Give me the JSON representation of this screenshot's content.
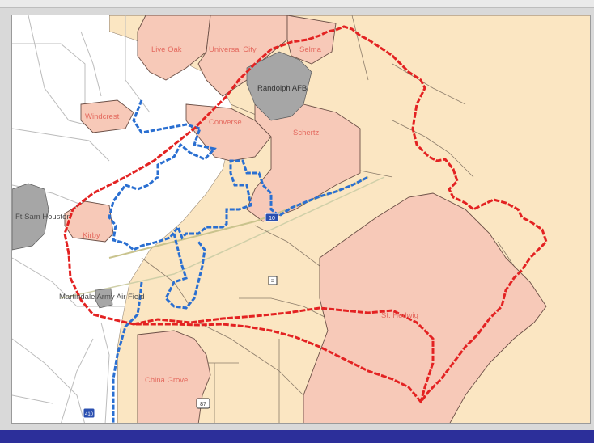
{
  "map": {
    "labels": {
      "live_oak": "Live Oak",
      "universal_city": "Universal City",
      "selma": "Selma",
      "randolph_afb": "Randolph AFB",
      "windcrest": "Windcrest",
      "converse": "Converse",
      "schertz": "Schertz",
      "ft_sam_houston": "Ft Sam Houston",
      "kirby": "Kirby",
      "martindale": "Martindale Army Air Field",
      "st_hedwig": "St. Hedwig",
      "china_grove": "China Grove"
    },
    "road_shields": {
      "i10": "10",
      "us87": "87",
      "i410": "410",
      "box": "≡"
    },
    "colors": {
      "city_fill": "#f7c9b8",
      "county_fill": "#fbe6c2",
      "gray_area": "#a6a6a6",
      "red_boundary": "#e32222",
      "blue_boundary": "#2a6fd1",
      "road": "#bcbcbc",
      "city_label": "#e46a5f",
      "dark_label": "#4b4b4b"
    }
  }
}
